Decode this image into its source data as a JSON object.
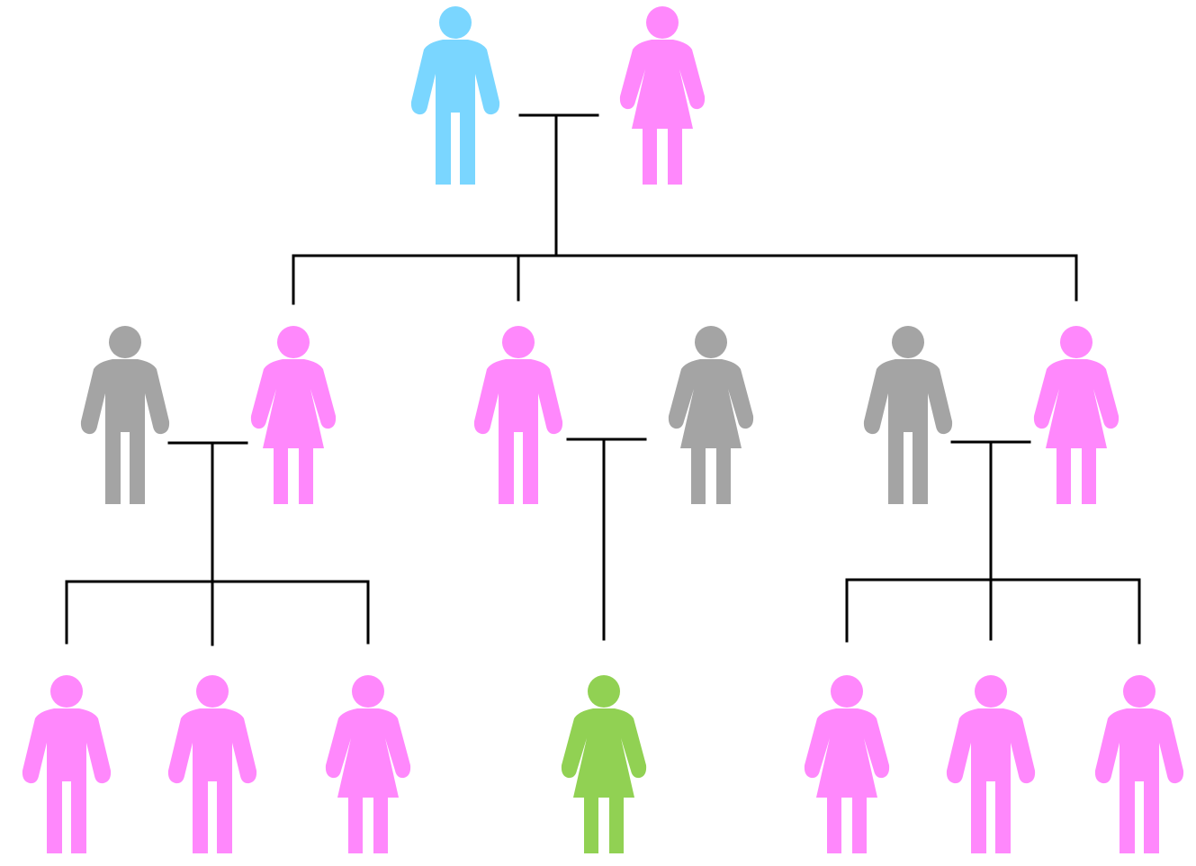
{
  "colors": {
    "blue": "#7ad6ff",
    "pink": "#ff88fc",
    "gray": "#a4a4a4",
    "green": "#91d153",
    "line": "#000000"
  },
  "generations": [
    [
      {
        "sex": "male",
        "color": "blue"
      },
      {
        "sex": "female",
        "color": "pink"
      }
    ],
    [
      {
        "sex": "male",
        "color": "gray"
      },
      {
        "sex": "female",
        "color": "pink"
      },
      {
        "sex": "male",
        "color": "pink"
      },
      {
        "sex": "female",
        "color": "gray"
      },
      {
        "sex": "male",
        "color": "gray"
      },
      {
        "sex": "female",
        "color": "pink"
      }
    ],
    [
      {
        "sex": "male",
        "color": "pink"
      },
      {
        "sex": "male",
        "color": "pink"
      },
      {
        "sex": "female",
        "color": "pink"
      },
      {
        "sex": "female",
        "color": "green"
      },
      {
        "sex": "female",
        "color": "pink"
      },
      {
        "sex": "male",
        "color": "pink"
      },
      {
        "sex": "male",
        "color": "pink"
      }
    ]
  ]
}
